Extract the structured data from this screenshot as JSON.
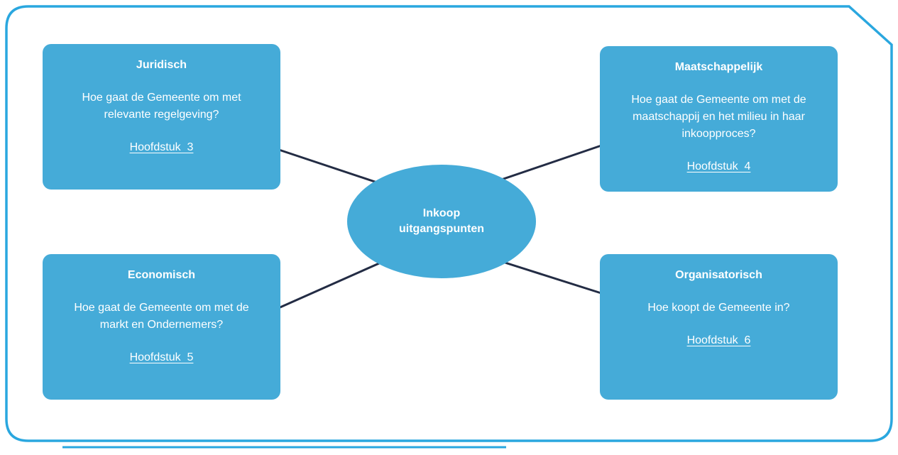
{
  "diagram": {
    "center": {
      "line1": "Inkoop",
      "line2": "uitgangspunten"
    },
    "nodes": [
      {
        "id": "juridisch",
        "title": "Juridisch",
        "body": "Hoe gaat de Gemeente om met relevante regelgeving?",
        "link": "Hoofdstuk  3"
      },
      {
        "id": "maatschappelijk",
        "title": "Maatschappelijk",
        "body": "Hoe gaat de Gemeente om met de maatschappij en het milieu in haar inkoopproces?",
        "link": "Hoofdstuk  4"
      },
      {
        "id": "economisch",
        "title": "Economisch",
        "body": "Hoe gaat de Gemeente om met de markt en Ondernemers?",
        "link": "Hoofdstuk  5"
      },
      {
        "id": "organisatorisch",
        "title": "Organisatorisch",
        "body": "Hoe koopt de Gemeente in?",
        "link": "Hoofdstuk  6"
      }
    ],
    "colors": {
      "node_fill": "#45ABD8",
      "connector": "#232C44",
      "frame": "#2AA7DF",
      "text": "#FFFFFF"
    }
  }
}
